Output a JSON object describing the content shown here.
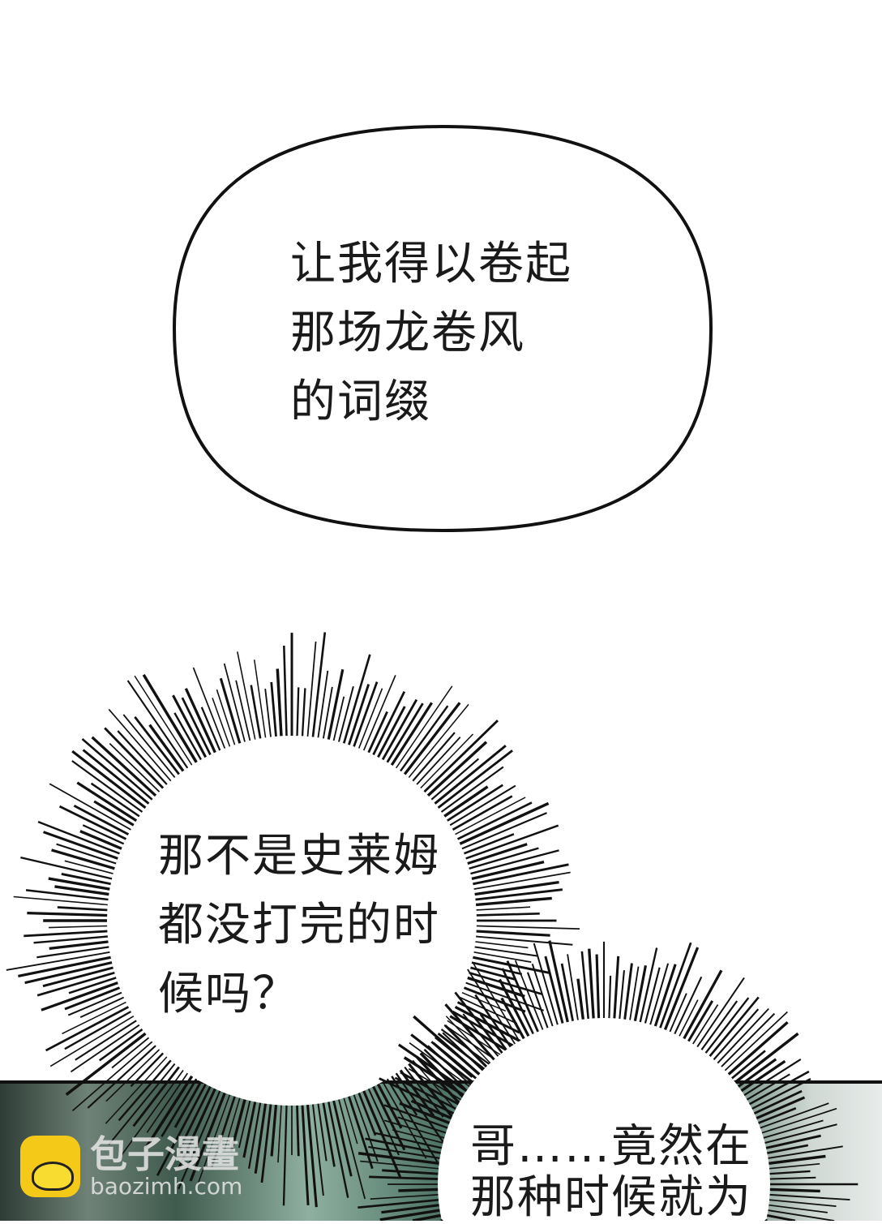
{
  "bubbles": [
    {
      "style": "rounded",
      "lines": [
        "让我得以卷起",
        "那场龙卷风",
        "的词缀"
      ]
    },
    {
      "style": "burst",
      "lines": [
        "那不是史莱姆",
        "都没打完的时",
        "候吗？"
      ]
    },
    {
      "style": "burst",
      "lines": [
        "哥……竟然在",
        "那种时候就为"
      ]
    }
  ],
  "watermark": {
    "title": "包子漫畫",
    "url": "baozimh.com"
  },
  "colors": {
    "ink": "#111111",
    "bubble": "#ffffff",
    "watermark_logo": "#f5c918"
  }
}
